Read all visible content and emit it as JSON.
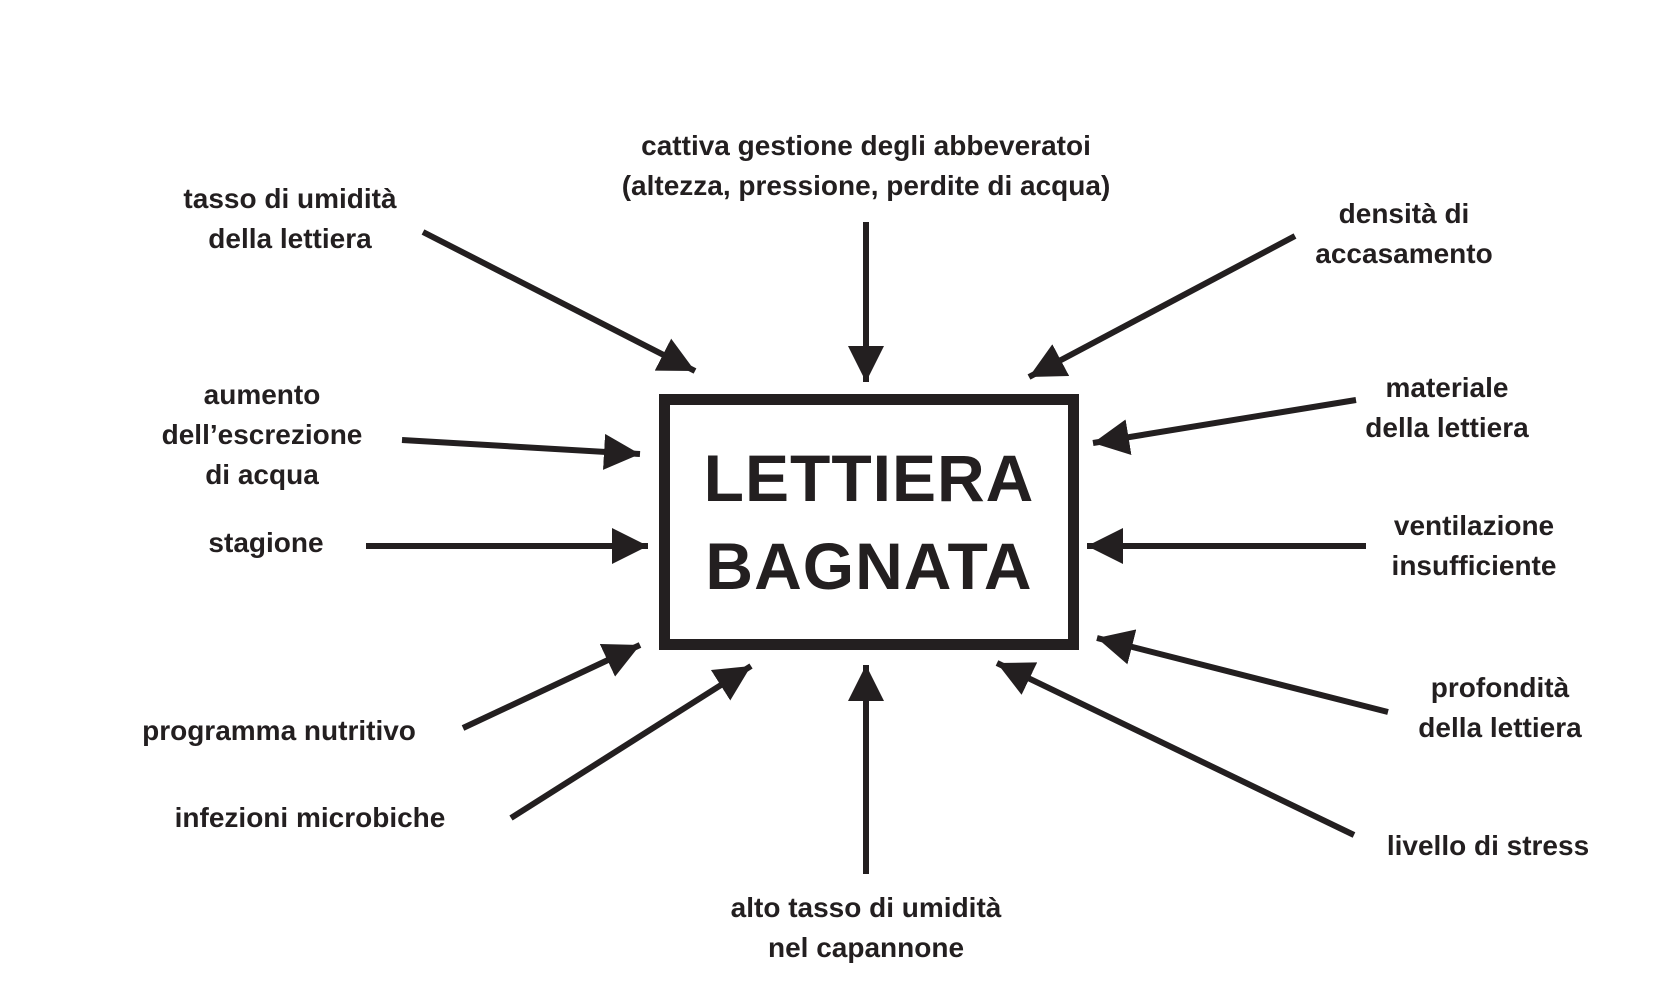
{
  "center": {
    "line1": "LETTIERA",
    "line2": "BAGNATA"
  },
  "factors": {
    "tasso_umidita_lettiera": [
      "tasso di umidità",
      "della lettiera"
    ],
    "abbeveratoi": [
      "cattiva gestione degli abbeveratoi",
      "(altezza, pressione, perdite di acqua)"
    ],
    "densita": [
      "densità di",
      "accasamento"
    ],
    "escrezione": [
      "aumento",
      "dell’escrezione",
      "di acqua"
    ],
    "materiale": [
      "materiale",
      "della lettiera"
    ],
    "stagione": [
      "stagione"
    ],
    "ventilazione": [
      "ventilazione",
      "insufficiente"
    ],
    "programma": [
      "programma nutritivo"
    ],
    "infezioni": [
      "infezioni microbiche"
    ],
    "profondita": [
      "profondità",
      "della lettiera"
    ],
    "stress": [
      "livello di stress"
    ],
    "umidita_capannone": [
      "alto tasso di umidità",
      "nel capannone"
    ]
  },
  "colors": {
    "ink": "#231f20",
    "background": "#ffffff"
  }
}
